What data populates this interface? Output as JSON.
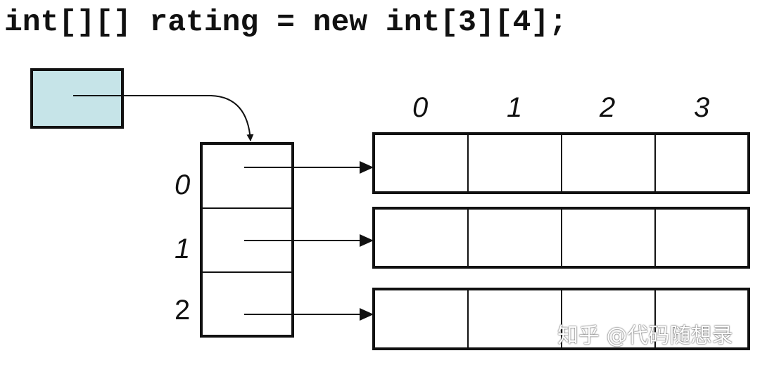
{
  "code_line": "int[][] rating = new int[3][4];",
  "column_indices": [
    "0",
    "1",
    "2",
    "3"
  ],
  "row_indices": [
    "0",
    "1",
    "2"
  ],
  "colors": {
    "ref_box_fill": "#c6e4e8",
    "stroke": "#111111"
  },
  "watermark": "知乎 @代码随想录"
}
